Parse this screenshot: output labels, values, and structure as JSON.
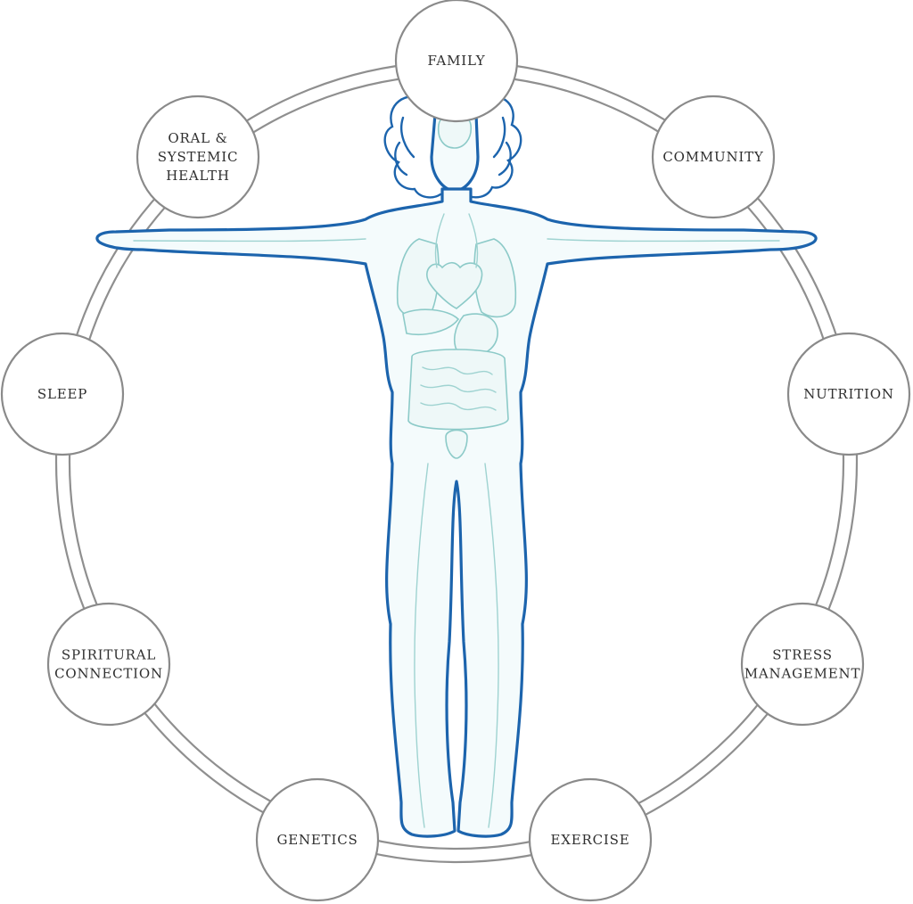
{
  "diagram": {
    "colors": {
      "ring": "#8f8f8f",
      "node_border": "#8a8a8a",
      "body_outline": "#1c64ad",
      "organs": "#8ccac8",
      "text": "#2f2f2f"
    },
    "center_figure": "human-anatomy-figure",
    "nodes": [
      {
        "id": "family",
        "lines": [
          "FAMILY"
        ]
      },
      {
        "id": "community",
        "lines": [
          "COMMUNITY"
        ]
      },
      {
        "id": "nutrition",
        "lines": [
          "NUTRITION"
        ]
      },
      {
        "id": "stress-management",
        "lines": [
          "STRESS",
          "MANAGEMENT"
        ]
      },
      {
        "id": "exercise",
        "lines": [
          "EXERCISE"
        ]
      },
      {
        "id": "genetics",
        "lines": [
          "GENETICS"
        ]
      },
      {
        "id": "spiritual-connection",
        "lines": [
          "SPIRITURAL",
          "CONNECTION"
        ]
      },
      {
        "id": "sleep",
        "lines": [
          "SLEEP"
        ]
      },
      {
        "id": "oral-systemic-health",
        "lines": [
          "ORAL &",
          "SYSTEMIC",
          "HEALTH"
        ]
      }
    ]
  }
}
